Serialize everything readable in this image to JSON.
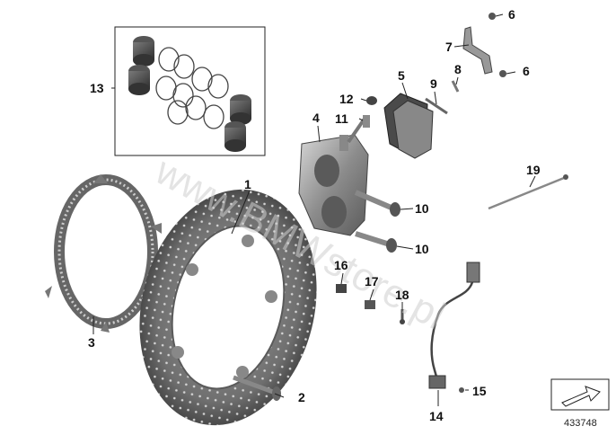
{
  "diagram": {
    "callouts": {
      "c1": "1",
      "c2": "2",
      "c3": "3",
      "c4": "4",
      "c5": "5",
      "c6a": "6",
      "c6b": "6",
      "c7": "7",
      "c8": "8",
      "c9": "9",
      "c10a": "10",
      "c10b": "10",
      "c11": "11",
      "c12": "12",
      "c13": "13",
      "c14": "14",
      "c15": "15",
      "c16": "16",
      "c17": "17",
      "c18": "18",
      "c19": "19"
    },
    "watermark": "www.BMWstore.pl",
    "reference_number": "433748",
    "icons": [
      "brake-disc-icon",
      "abs-sensor-ring-icon",
      "brake-caliper-icon",
      "brake-pads-icon",
      "piston-kit-icon",
      "bracket-icon",
      "wear-sensor-icon",
      "brake-line-icon",
      "arrow-icon"
    ]
  }
}
